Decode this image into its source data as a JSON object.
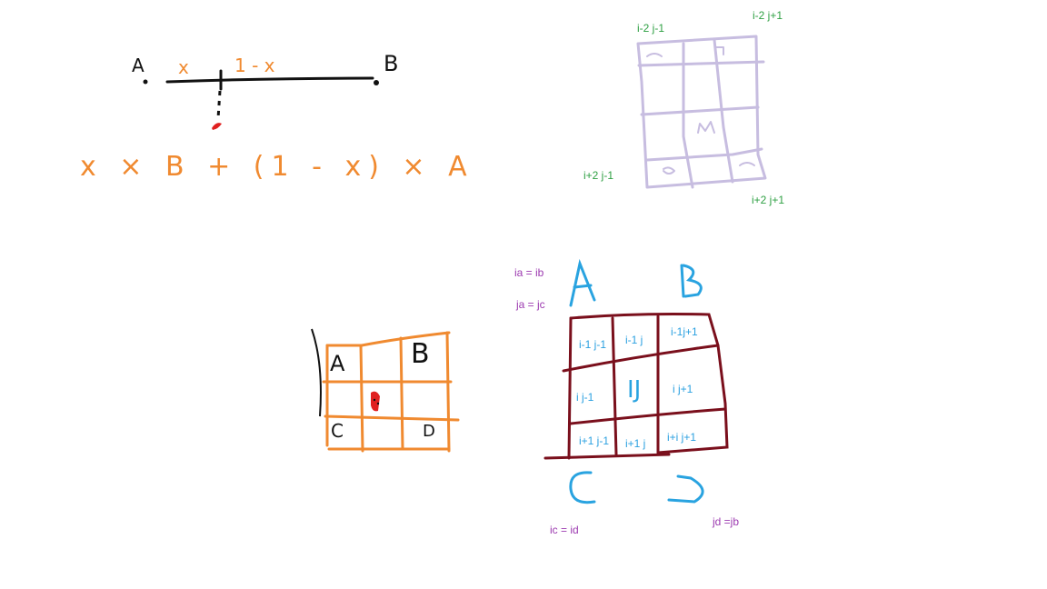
{
  "colors": {
    "ink": "#111111",
    "orange": "#f08a30",
    "red": "#e02020",
    "lavender": "#c7bde0",
    "maroon": "#7a0f1c",
    "blue": "#29a3e0",
    "green": "#2ea043",
    "purple": "#9c3ab0"
  },
  "segment": {
    "label_a": "A",
    "label_b": "B",
    "label_x": "x",
    "label_1mx": "1 - x",
    "formula": "x × B + (1 - x) × A"
  },
  "lavender_grid": {
    "corner_top_left": "i-2 j-1",
    "corner_top_right": "i-2 j+1",
    "corner_bottom_left": "i+2 j-1",
    "corner_bottom_right": "i+2 j+1"
  },
  "orange_grid": {
    "label_a": "A",
    "label_b": "B",
    "label_c": "C",
    "label_d": "D"
  },
  "maroon_grid": {
    "corner_a": "A",
    "corner_b": "B",
    "corner_c": "C",
    "corner_d": "D",
    "note_ia": "ia = ib",
    "note_ja": "ja = jc",
    "note_ic": "ic = id",
    "note_jd": "jd =jb",
    "center_label": "IJ",
    "cells": [
      "i-1 j-1",
      "i-1 j",
      "i-1j+1",
      "i j-1",
      "i j+1",
      "i+1 j-1",
      "i+1 j",
      "i+i j+1"
    ]
  }
}
